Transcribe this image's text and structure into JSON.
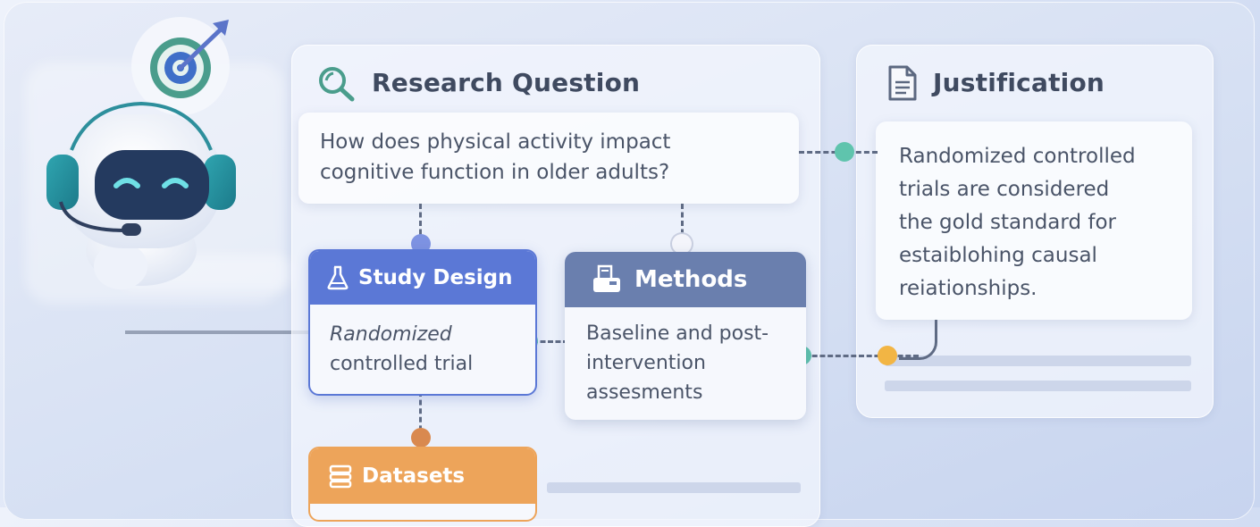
{
  "research_question": {
    "title": "Research Question",
    "text_line1": "How does physical activity impact",
    "text_line2": "cognitive function in older adults?"
  },
  "justification": {
    "title": "Justification",
    "lines": [
      "Randomized controlled",
      "trials are considered",
      "the gold standard for",
      "estaiblohing causal",
      "reiationships."
    ]
  },
  "study_design": {
    "title": "Study Design",
    "lines": [
      "Randomized",
      "controlled trial"
    ]
  },
  "methods": {
    "title": "Methods",
    "lines": [
      "Baseline and post-",
      "intervention",
      "assesments"
    ]
  },
  "datasets": {
    "title": "Datasets"
  },
  "colors": {
    "study_design_header": "#5b78d6",
    "methods_header": "#6a7fae",
    "datasets_header": "#eda45a",
    "teal_dot": "#5fc4ad",
    "blue_dot": "#7e93e2",
    "orange_dot": "#d9894f",
    "yellow_dot": "#f2b544",
    "white_dot": "#f4f5fb"
  },
  "icons": {
    "research_question": "magnifier-icon",
    "justification": "document-icon",
    "study_design": "flask-icon",
    "methods": "printer-icon",
    "datasets": "database-icon",
    "assistant": "robot-icon",
    "goal": "target-icon"
  }
}
